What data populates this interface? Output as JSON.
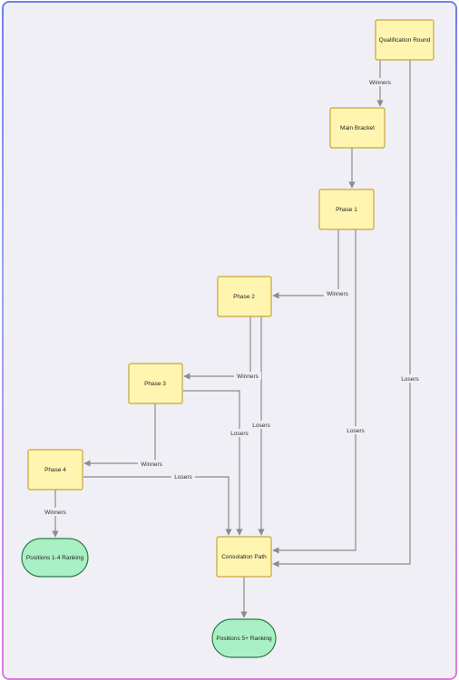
{
  "nodes": {
    "qualification": "Qualification Round",
    "main_bracket": "Main Bracket",
    "phase1": "Phase 1",
    "phase2": "Phase 2",
    "phase3": "Phase 3",
    "phase4": "Phase 4",
    "consolation": "Consolation Path",
    "top_ranking": "Positions 1-4 Ranking",
    "rest_ranking": "Positions 5+ Ranking"
  },
  "edge_labels": {
    "qual_to_main": "Winners",
    "qual_losers": "Losers",
    "p1_winners": "Winners",
    "p1_losers": "Losers",
    "p2_winners": "Winners",
    "p2_losers": "Losers",
    "p3_winners": "Winners",
    "p3_losers": "Losers",
    "p4_losers": "Losers",
    "p4_winners": "Winners"
  },
  "colors": {
    "process_fill": "#fff5b1",
    "process_stroke": "#c9a53a",
    "terminal_fill": "#a9f0c4",
    "terminal_stroke": "#2f7a4a",
    "edge": "#8c8c8c",
    "background": "#efeff5"
  }
}
